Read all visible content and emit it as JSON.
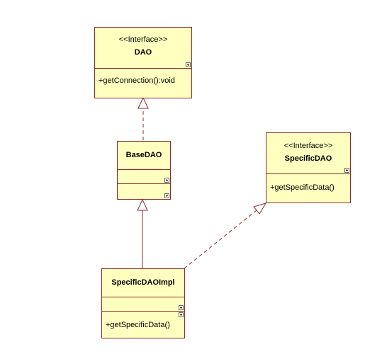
{
  "diagram": {
    "classes": {
      "dao": {
        "stereotype": "<<Interface>>",
        "name": "DAO",
        "operations": [
          "+getConnection():void"
        ]
      },
      "base_dao": {
        "name": "BaseDAO",
        "operations": []
      },
      "specific_dao": {
        "stereotype": "<<Interface>>",
        "name": "SpecificDAO",
        "operations": [
          "+getSpecificData()"
        ]
      },
      "specific_dao_impl": {
        "name": "SpecificDAOImpl",
        "operations": [
          "+getSpecificData()"
        ]
      }
    },
    "relations": [
      {
        "from": "BaseDAO",
        "to": "DAO",
        "kind": "realization"
      },
      {
        "from": "SpecificDAOImpl",
        "to": "BaseDAO",
        "kind": "generalization"
      },
      {
        "from": "SpecificDAOImpl",
        "to": "SpecificDAO",
        "kind": "realization"
      }
    ],
    "colors": {
      "box_fill": "#ffffc0",
      "box_border": "#8a2a2a",
      "edge": "#8a2a2a"
    }
  }
}
